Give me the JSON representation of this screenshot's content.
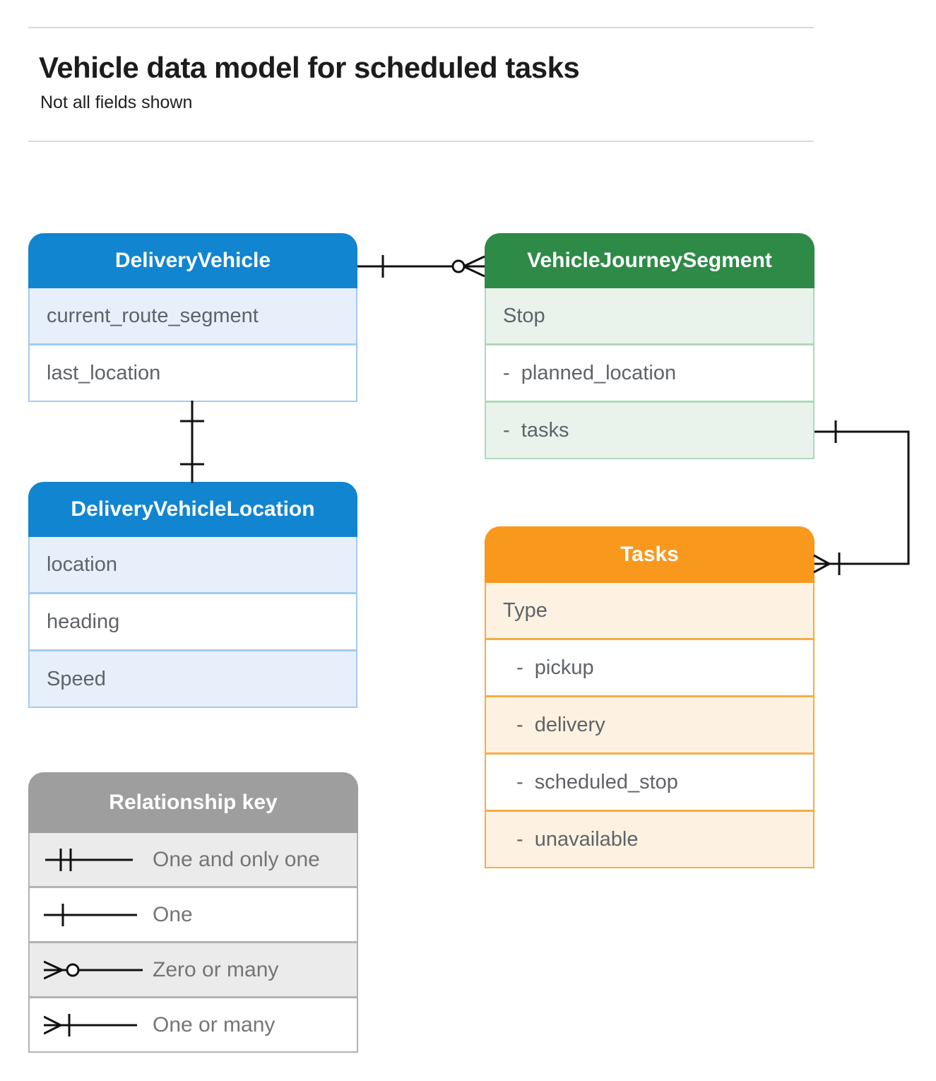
{
  "page": {
    "title": "Vehicle data model for scheduled tasks",
    "subtitle": "Not all fields shown"
  },
  "colors": {
    "blue": "#1285d0",
    "blue_tint": "#e7f0fa",
    "green": "#2e8a47",
    "green_tint": "#e9f3ec",
    "orange": "#f8981d",
    "orange_tint": "#fdf2e1",
    "gray": "#9e9e9e",
    "gray_tint": "#ebebeb",
    "line": "#111111"
  },
  "entities": {
    "delivery_vehicle": {
      "title": "DeliveryVehicle",
      "fields": [
        "current_route_segment",
        "last_location"
      ]
    },
    "vehicle_journey_segment": {
      "title": "VehicleJourneySegment",
      "fields": [
        "Stop",
        "-  planned_location",
        "-  tasks"
      ]
    },
    "delivery_vehicle_location": {
      "title": "DeliveryVehicleLocation",
      "fields": [
        "location",
        "heading",
        "Speed"
      ]
    },
    "tasks": {
      "title": "Tasks",
      "fields": [
        "Type",
        "-  pickup",
        "-  delivery",
        "-  scheduled_stop",
        "-  unavailable"
      ]
    }
  },
  "relationships": [
    {
      "from": "DeliveryVehicle",
      "to": "VehicleJourneySegment",
      "from_marker": "one",
      "to_marker": "zero-or-many"
    },
    {
      "from": "DeliveryVehicle",
      "to": "DeliveryVehicleLocation",
      "from_marker": "one",
      "to_marker": "one"
    },
    {
      "from": "VehicleJourneySegment.tasks",
      "to": "Tasks",
      "from_marker": "one",
      "to_marker": "one-or-many"
    }
  ],
  "legend": {
    "title": "Relationship key",
    "items": [
      {
        "symbol": "one-and-only-one",
        "label": "One and only one"
      },
      {
        "symbol": "one",
        "label": "One"
      },
      {
        "symbol": "zero-or-many",
        "label": "Zero or many"
      },
      {
        "symbol": "one-or-many",
        "label": "One or many"
      }
    ]
  }
}
